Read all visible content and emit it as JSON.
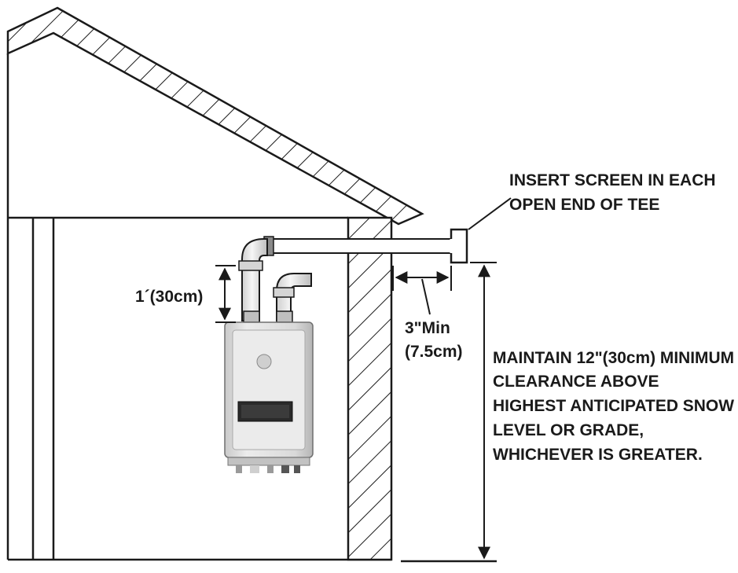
{
  "labels": {
    "insert_screen_line1": "INSERT SCREEN IN EACH",
    "insert_screen_line2": "OPEN END OF TEE",
    "vertical_clearance": "1´(30cm)",
    "wall_gap_line1": "3\"Min",
    "wall_gap_line2": "(7.5cm)",
    "maintain_line1": "MAINTAIN 12\"(30cm) MINIMUM",
    "maintain_line2": "CLEARANCE ABOVE",
    "maintain_line3": "HIGHEST ANTICIPATED SNOW",
    "maintain_line4": "LEVEL OR GRADE,",
    "maintain_line5": "WHICHEVER IS GREATER."
  },
  "colors": {
    "line": "#1a1a1a",
    "heater_body": "#dedede",
    "heater_shadow": "#bdbdbd",
    "pipe": "#e9e9e9",
    "display": "#2a2a2a"
  }
}
